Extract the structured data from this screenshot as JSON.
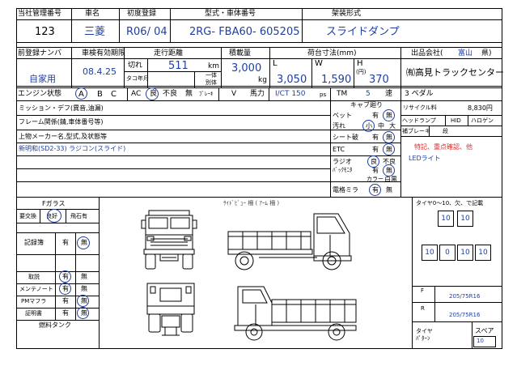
{
  "header": {
    "labels": {
      "mgmt_no": "当社管理番号",
      "maker": "車名",
      "first_reg": "初度登録",
      "model": "型式・車体番号",
      "body_type": "架装形式"
    },
    "values": {
      "mgmt_no": "123",
      "maker": "三菱",
      "first_reg": "R06/ 04",
      "model": "2RG- FBA60- 605205",
      "body_type": "スライドダンプ"
    }
  },
  "row2": {
    "labels": {
      "prev_plate": "前登録ナンバ",
      "inspection": "車検有効期限",
      "mileage": "走行距離",
      "capacity": "積載量",
      "dims": "荷台寸法(mm)",
      "seller": "出品会社(",
      "seller_region": "富山",
      "seller_suffix": "県)",
      "expired": "切れ",
      "meter": "タコ年月",
      "km": "km",
      "kg": "kg",
      "one": "一体",
      "sep": "別体",
      "L": "L",
      "W": "W",
      "H": "H",
      "H_sub": "(円)"
    },
    "values": {
      "prev_plate": "自家用",
      "inspection": "08.4.25",
      "mileage": "511",
      "capacity": "3,000",
      "L": "3,050",
      "W": "1,590",
      "H": "370",
      "seller": "㈲高見トラックセンター"
    }
  },
  "row3": {
    "engine": "エンジン状態",
    "grades": [
      "A",
      "B",
      "C"
    ],
    "ac": "AC",
    "good": "良",
    "bad": "不良",
    "none": "無",
    "brake": "ﾌﾞﾚｰｷ",
    "V": "V",
    "hp": "馬力",
    "ict": "I/CT 150",
    "ps": "ps",
    "tm": "TM",
    "tm_val": "5",
    "speed": "速",
    "pedal": "3 ペダル"
  },
  "notes": {
    "mission": "ミッション・デフ(異音,油漏)",
    "frame": "フレーム関係(錆,車体番号等)",
    "upper": "上物メーカー名,型式,及状態等",
    "upper_value": "新明和(SD2-33) ラジコン(スライド)"
  },
  "cab": {
    "title": "キャブ廻り",
    "items": [
      {
        "label": "ベット",
        "opt1": "有",
        "opt2": "無"
      },
      {
        "label": "汚れ",
        "opt1": "小",
        "opt2": "中",
        "opt3": "大"
      },
      {
        "label": "シート破",
        "opt1": "有",
        "opt2": "無"
      },
      {
        "label": "ETC",
        "opt1": "有",
        "opt2": "無"
      },
      {
        "label": "ラジオ",
        "opt1": "良",
        "opt2": "不良"
      },
      {
        "label": "ﾊﾞｯｸﾓﾆﾀ",
        "opt1": "有",
        "opt2": "無"
      },
      {
        "label": "カラー",
        "opt1": "白黒"
      },
      {
        "label": "電格ミラ",
        "opt1": "有",
        "opt2": "無"
      }
    ]
  },
  "equip": {
    "recycle": "リサイクル料",
    "recycle_val": "8,830円",
    "headlamp": "ヘッドランプ",
    "hid": "HID",
    "halogen": "ハロゲン",
    "aux_brake": "補ブレーキ",
    "stage": "段",
    "special_title": "特記、重点確認、他",
    "special_item": "LEDライト"
  },
  "lower_left": {
    "fglass": "Fガラス",
    "replace": "要交換",
    "good": "良好",
    "chip": "飛石有",
    "record": "記録簿",
    "has": "有",
    "none": "無",
    "manual": "取説",
    "maint": "メンテノート",
    "pm": "PMマフラ",
    "cert": "証明書",
    "fuel": "燃料タンク"
  },
  "diagram": {
    "caption": "ｻｲﾄﾞﾋﾞｭｰ 柵 ( ｱｰﾑ 柵 )"
  },
  "tyre": {
    "title": "タイヤ0〜10、欠、で記載",
    "front_top": [
      "10",
      "10"
    ],
    "rear": [
      "10",
      "0",
      "10",
      "10"
    ],
    "F": "F",
    "F_size": "205/75R16",
    "R": "R",
    "R_size": "205/75R16",
    "pattern": "タイヤ",
    "pattern2": "ﾊﾟﾀｰﾝ",
    "spare": "スペア",
    "spare_val": "10"
  },
  "colors": {
    "ink": "#1f3fa0",
    "accent": "#d83030"
  }
}
